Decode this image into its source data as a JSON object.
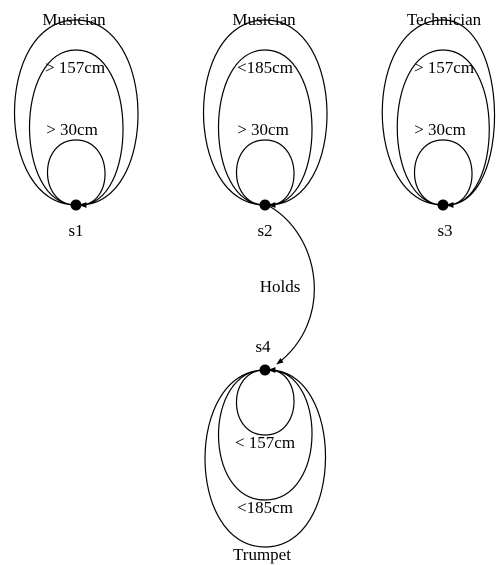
{
  "nodes": {
    "s1": {
      "label": "s1",
      "type": "Musician",
      "loops": [
        "> 157cm",
        "> 30cm"
      ]
    },
    "s2": {
      "label": "s2",
      "type": "Musician",
      "loops": [
        "<185cm",
        "> 30cm"
      ]
    },
    "s3": {
      "label": "s3",
      "type": "Technician",
      "loops": [
        "> 157cm",
        "> 30cm"
      ]
    },
    "s4": {
      "label": "s4",
      "type": "Trumpet",
      "loops": [
        "< 157cm",
        "<185cm"
      ]
    }
  },
  "edges": [
    {
      "from": "s2",
      "to": "s4",
      "label": "Holds"
    }
  ]
}
